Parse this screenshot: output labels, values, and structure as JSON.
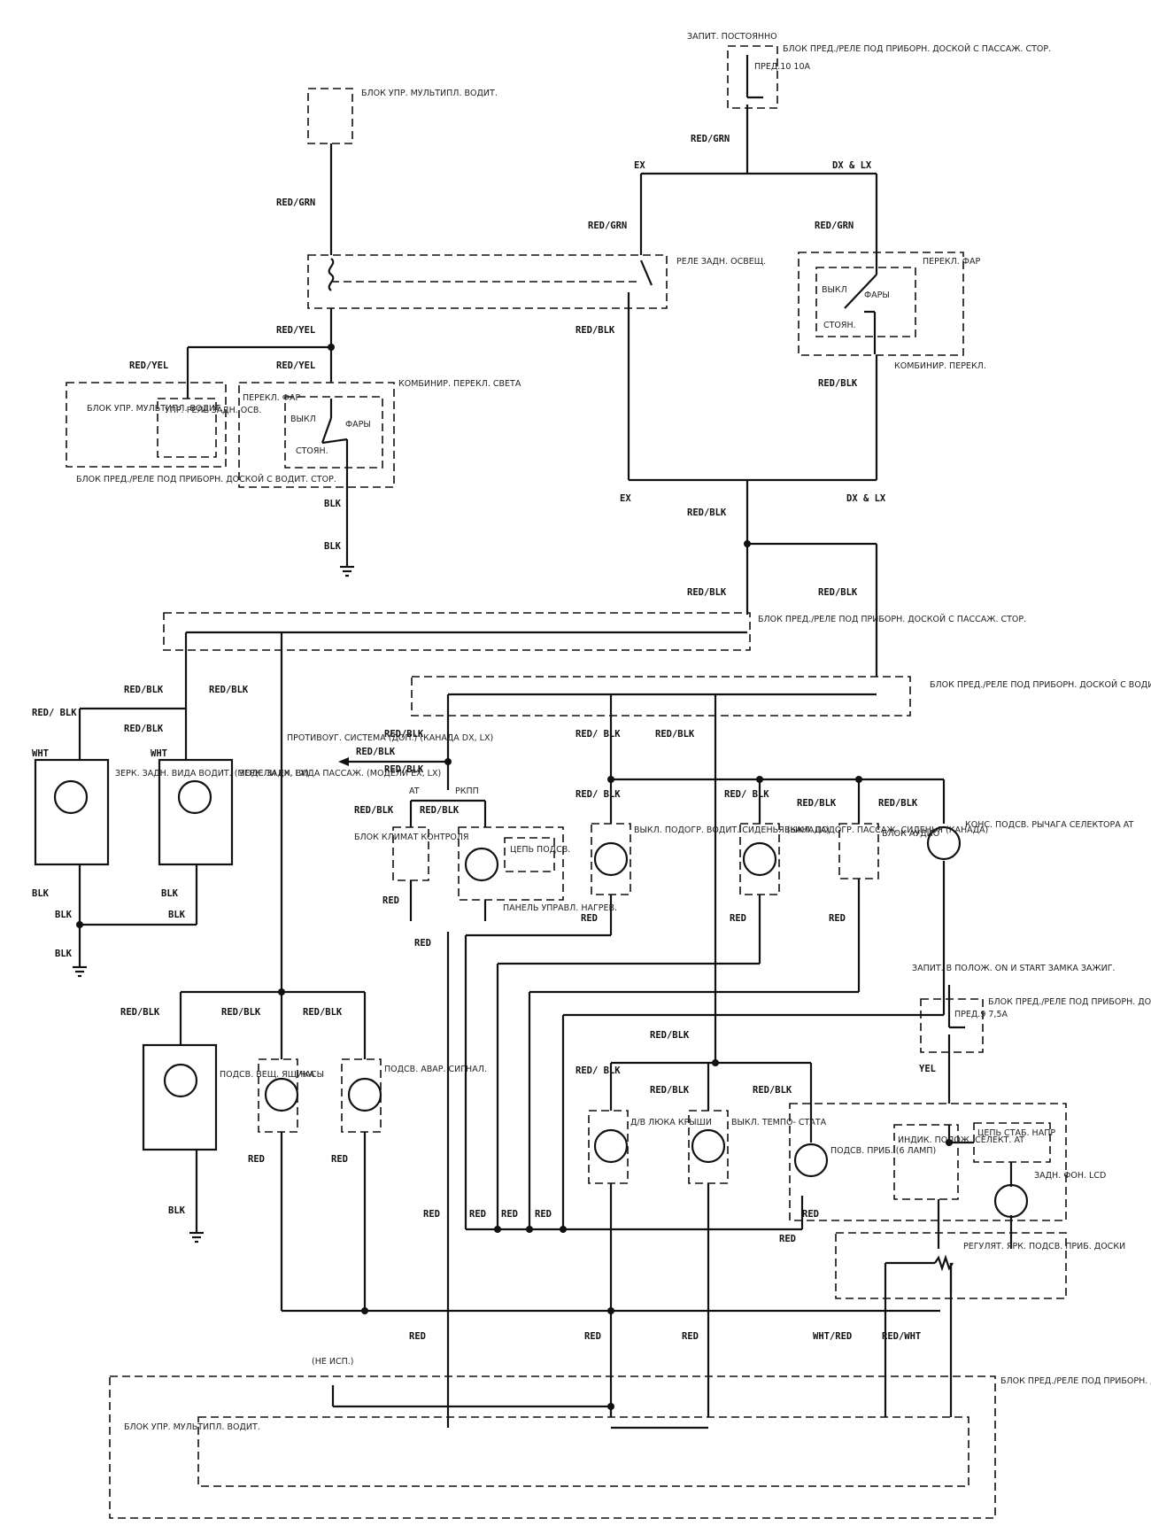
{
  "texts": {
    "t_zap_post": "ЗАПИТ. ПОСТОЯННО",
    "t_bpr_pass_top": "БЛОК ПРЕД./РЕЛЕ ПОД ПРИБОРН. ДОСКОЙ С ПАССАЖ. СТОР.",
    "t_pred10": "ПРЕД.10 10A",
    "t_bum_top": "БЛОК УПР. МУЛЬТИПЛ. ВОДИТ.",
    "t_ex1": "EX",
    "t_dxlx1": "DX & LX",
    "t_rele_zadn": "РЕЛЕ ЗАДН. ОСВЕЩ.",
    "t_perekl_far_r": "ПЕРЕКЛ. ФАР",
    "t_vykl_r": "ВЫКЛ",
    "t_fary_r": "ФАРЫ",
    "t_stoyan_r": "СТОЯН.",
    "t_kombinir_r": "КОМБИНИР. ПЕРЕКЛ.",
    "t_kombinir_l": "КОМБИНИР. ПЕРЕКЛ. СВЕТА",
    "t_perekl_far_l": "ПЕРЕКЛ. ФАР",
    "t_vykl_l": "ВЫКЛ",
    "t_fary_l": "ФАРЫ",
    "t_stoyan_l": "СТОЯН.",
    "t_bum_l": "БЛОК УПР. МУЛЬТИПЛ. ВОДИТ.",
    "t_upr_rele": "УПР. РЕЛЕ ЗАДН. ОСВ.",
    "t_bpr_vod_l": "БЛОК ПРЕД./РЕЛЕ ПОД ПРИБОРН. ДОСКОЙ С ВОДИТ. СТОР.",
    "t_ex2": "EX",
    "t_dxlx2": "DX & LX",
    "t_bpr_pass_mid": "БЛОК ПРЕД./РЕЛЕ ПОД ПРИБОРН. ДОСКОЙ С ПАССАЖ. СТОР.",
    "t_bpr_vod_mid": "БЛОК ПРЕД./РЕЛЕ ПОД ПРИБОРН. ДОСКОЙ С ВОДИТ. СТОР.",
    "t_wht1": "WHT",
    "t_wht2": "WHT",
    "t_zerk_vod": "ЗЕРК. ЗАДН. ВИДА ВОДИТ. (МОДЕЛИ EX, LX)",
    "t_zerk_pass": "ЗЕРК. ЗАДН. ВИДА ПАССАЖ. (МОДЕЛИ EX, LX)",
    "t_protivoug": "ПРОТИВОУГ. СИСТЕМА (ДОП.) (КАНАДА DX, LX)",
    "t_at": "AT",
    "t_rkpp": "РКПП",
    "t_klimat": "БЛОК КЛИМАТ КОНТРОЛЯ",
    "t_cep_podsv": "ЦЕПЬ ПОДСВ.",
    "t_panel": "ПАНЕЛЬ УПРАВЛ. НАГРЕВ.",
    "t_podogr_vod": "ВЫКЛ. ПОДОГР. ВОДИТ. СИДЕНЬЯ (КАНАДА)",
    "t_podogr_pass": "ВЫКЛ. ПОДОГР. ПАССАЖ. СИДЕНЬЯ (КАНАДА)",
    "t_audio": "БЛОК АУДИО",
    "t_kons": "КОНС. ПОДСВ. РЫЧАГА СЕЛЕКТОРА AT",
    "t_zap_on": "ЗАПИТ. В ПОЛОЖ. ON И START ЗАМКА ЗАЖИГ.",
    "t_bpr_vod_r": "БЛОК ПРЕД./РЕЛЕ ПОД ПРИБОРН. ДОСКОЙ С ВОДИТ. СТОР.",
    "t_pred9": "ПРЕД.9 7,5A",
    "t_podsv_vesch": "ПОДСВ. ВЕЩ. ЯЩИКА",
    "t_chasy": "ЧАСЫ",
    "t_avar": "ПОДСВ. АВАР. СИГНАЛ.",
    "t_lyuk": "Д/В ЛЮКА КРЫШИ",
    "t_tempo": "ВЫКЛ. ТЕМПО- СТАТА",
    "t_cep_stab": "ЦЕПЬ СТАБ. НАПР",
    "t_indik": "ИНДИК. ПОЛОЖ. СЕЛЕКТ. AT",
    "t_podsv_prib": "ПОДСВ. ПРИБ. (6 ЛАМП)",
    "t_zadn_fon": "ЗАДН. ФОН. LCD",
    "t_regulyat": "РЕГУЛЯТ. ЯРК. ПОДСВ. ПРИБ. ДОСКИ",
    "t_ne_isp": "(НЕ ИСП.)",
    "t_bpr_vod_bot": "БЛОК ПРЕД./РЕЛЕ ПОД ПРИБОРН. ДОСКОЙ С ВОДИТ. СТОР.",
    "t_bum_bot": "БЛОК УПР. МУЛЬТИПЛ. ВОДИТ."
  },
  "wires": {
    "w1": "RED/GRN",
    "w2": "RED/GRN",
    "w3": "RED/GRN",
    "w4": "RED/GRN",
    "w5": "RED/YEL",
    "w6": "RED/YEL",
    "w7": "RED/YEL",
    "w8": "RED/BLK",
    "w9": "RED/BLK",
    "w10": "BLK",
    "w11": "BLK",
    "w12": "RED/BLK",
    "w13": "RED/BLK",
    "w14": "RED/BLK",
    "w15": "RED/BLK",
    "w16": "RED/BLK",
    "w17": "RED/ BLK",
    "w18": "RED/BLK",
    "w19": "RED/BLK",
    "w20": "RED/BLK",
    "w21": "RED/ BLK",
    "w22": "RED/BLK",
    "w23": "RED/BLK",
    "w24": "RED/ BLK",
    "w25": "RED/ BLK",
    "w26": "RED/BLK",
    "w27": "RED/BLK",
    "w28": "RED/BLK",
    "w29": "RED/BLK",
    "w30": "RED",
    "w31": "RED",
    "w32": "RED",
    "w33": "RED",
    "w34": "RED",
    "w35": "BLK",
    "w36": "BLK",
    "w37": "BLK",
    "w38": "BLK",
    "w39": "BLK",
    "w40": "RED/BLK",
    "w41": "RED/BLK",
    "w42": "RED/BLK",
    "w43": "RED/BLK",
    "w44": "RED/ BLK",
    "w45": "RED/BLK",
    "w46": "RED/BLK",
    "w47": "RED",
    "w48": "RED",
    "w49": "BLK",
    "w50": "YEL",
    "w51": "RED",
    "w52": "RED",
    "w53": "RED",
    "w54": "RED",
    "w55": "RED",
    "w56": "RED",
    "w57": "RED",
    "w58": "RED",
    "w59": "RED",
    "w60": "WHT/RED",
    "w61": "RED/WHT"
  }
}
